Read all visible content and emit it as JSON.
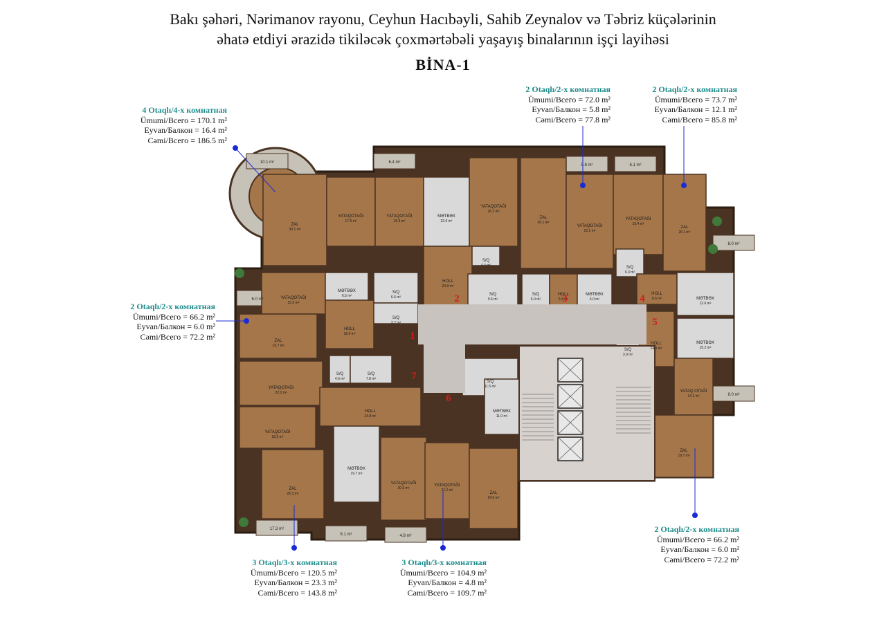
{
  "header": {
    "line1": "Bakı şəhəri, Nərimanov rayonu, Ceyhun Hacıbəyli, Sahib Zeynalov və Təbriz küçələrinin",
    "line2": "əhatə etdiyi ərazidə tikiləcək çoxmərtəbəli yaşayış binalarının işçi layihəsi",
    "building": "BİNA-1"
  },
  "colors": {
    "accent": "#1f8c8c",
    "wood": "#a5764a",
    "wall": "#4a3322",
    "tile": "#d9d9d9",
    "balcony": "#c7c2b8",
    "grass": "#3f7a3a",
    "marker": "#1a2bd6",
    "number": "#d61a1a"
  },
  "units": "m²",
  "apartments": [
    {
      "title": "4 Otaqlı/4-x комнатная",
      "rows": [
        "Ümumi/Всего = 170.1",
        "Eyvan/Балкон = 16.4",
        "Cəmi/Всего = 186.5"
      ]
    },
    {
      "title": "2 Otaqlı/2-x комнатная",
      "rows": [
        "Ümumi/Всего = 72.0",
        "Eyvan/Балкон = 5.8",
        "Cəmi/Всего = 77.8"
      ]
    },
    {
      "title": "2 Otaqlı/2-x комнатная",
      "rows": [
        "Ümumi/Всего = 73.7",
        "Eyvan/Балкон = 12.1",
        "Cəmi/Всего = 85.8"
      ]
    },
    {
      "title": "2 Otaqlı/2-x комнатная",
      "rows": [
        "Ümumi/Всего = 66.2",
        "Eyvan/Балкон = 6.0",
        "Cəmi/Всего = 72.2"
      ]
    },
    {
      "title": "2 Otaqlı/2-x комнатная",
      "rows": [
        "Ümumi/Всего = 66.2",
        "Eyvan/Балкон = 6.0",
        "Cəmi/Всего = 72.2"
      ]
    },
    {
      "title": "3 Otaqlı/3-x комнатная",
      "rows": [
        "Ümumi/Всего = 120.5",
        "Eyvan/Балкон = 23.3",
        "Cəmi/Всего = 143.8"
      ]
    },
    {
      "title": "3 Otaqlı/3-x комнатная",
      "rows": [
        "Ümumi/Всего = 104.9",
        "Eyvan/Балкон = 4.8",
        "Cəmi/Всего = 109.7"
      ]
    }
  ],
  "apartment_numbers": [
    "1",
    "2",
    "3",
    "4",
    "5",
    "6",
    "7"
  ],
  "rooms": [
    {
      "name": "ZAL",
      "area": "30.1 m²"
    },
    {
      "name": "YATAQOTAĞI",
      "area": "17.6 m²"
    },
    {
      "name": "YATAQOTAĞI",
      "area": "19.9 m²"
    },
    {
      "name": "MƏTBƏX",
      "area": "22.6 m²"
    },
    {
      "name": "YATAQOTAĞI",
      "area": "26.2 m²"
    },
    {
      "name": "ZAL",
      "area": "30.1 m²"
    },
    {
      "name": "YATAQOTAĞI",
      "area": "23.1 m²"
    },
    {
      "name": "YATAQOTAĞI",
      "area": "19.4 m²"
    },
    {
      "name": "ZAL",
      "area": "26.1 m²"
    },
    {
      "name": "HOLL",
      "area": "24.9 m²"
    },
    {
      "name": "S/Q",
      "area": "4.4 m²"
    },
    {
      "name": "S/Q",
      "area": "6.3 m²"
    },
    {
      "name": "YATAQOTAĞI",
      "area": "15.9 m²"
    },
    {
      "name": "MƏTBƏX",
      "area": "6.5 m²"
    },
    {
      "name": "S/Q",
      "area": "6.6 m²"
    },
    {
      "name": "HOLL",
      "area": "18.6 m²"
    },
    {
      "name": "S/Q",
      "area": "3.7 m²"
    },
    {
      "name": "S/Q",
      "area": "9.6 m²"
    },
    {
      "name": "S/Q",
      "area": "6.0 m²"
    },
    {
      "name": "HOLL",
      "area": "6.8 m²"
    },
    {
      "name": "MƏTBƏX",
      "area": "6.0 m²"
    },
    {
      "name": "HOLL",
      "area": "8.6 m²"
    },
    {
      "name": "MƏTBƏX",
      "area": "12.6 m²"
    },
    {
      "name": "ZAL",
      "area": "19.7 m²"
    },
    {
      "name": "MƏTBƏX",
      "area": "15.2 m²"
    },
    {
      "name": "HOLL",
      "area": "14.3 m²"
    },
    {
      "name": "S/Q",
      "area": "3.9 m²"
    },
    {
      "name": "YATAQ OTAĞI",
      "area": "14.1 m²"
    },
    {
      "name": "ZAL",
      "area": "19.7 m²"
    },
    {
      "name": "YATAQOTAĞI",
      "area": "22.0 m²"
    },
    {
      "name": "S/Q",
      "area": "4.6 m²"
    },
    {
      "name": "S/Q",
      "area": "7.8 m²"
    },
    {
      "name": "S/Q",
      "area": "11.5 m²"
    },
    {
      "name": "HOLL",
      "area": "24.8 m²"
    },
    {
      "name": "MƏTBƏX",
      "area": "11.0 m²"
    },
    {
      "name": "YATAQOTAĞI",
      "area": "18.3 m²"
    },
    {
      "name": "MƏTBƏX",
      "area": "19.7 m²"
    },
    {
      "name": "YATAQOTAĞI",
      "area": "20.0 m²"
    },
    {
      "name": "YATAQOTAĞI",
      "area": "22.2 m²"
    },
    {
      "name": "ZAL",
      "area": "26.3 m²"
    },
    {
      "name": "ZAL",
      "area": "24.6 m²"
    }
  ],
  "balcony_areas": [
    "10.1 m²",
    "6.4 m²",
    "5.8 m²",
    "6.1 m²",
    "6.0 m²",
    "8.0 m²",
    "6.0 m²",
    "17.3 m²",
    "6.1 m²",
    "4.8 m²"
  ]
}
